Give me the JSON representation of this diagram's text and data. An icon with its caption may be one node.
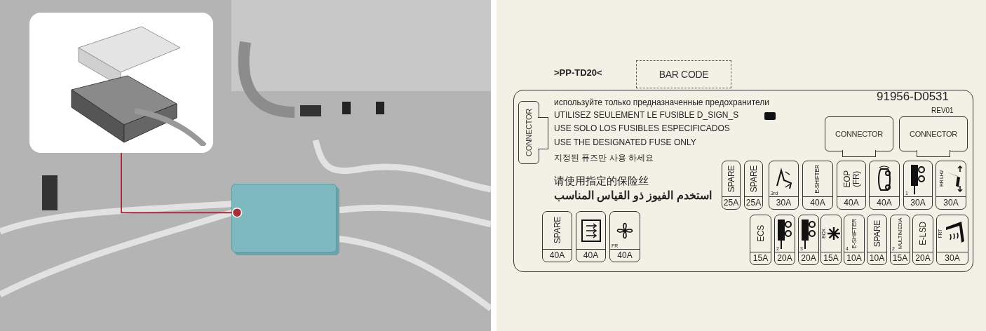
{
  "diagram": {
    "nodes": [
      {
        "text": [],
        "shape": "picture"
      },
      {
        "text": [],
        "shape": "box"
      },
      {
        "text": [],
        "shape": "box"
      },
      {
        "text": [
          "BAR CODE"
        ]
      },
      {
        "text": [
          "CONNECTOR"
        ],
        "in": 2
      },
      {
        "text": [
          "CONNECTOR"
        ],
        "in": 2
      },
      {
        "text": [
          "CONNECTOR"
        ],
        "in": 2
      },
      {
        "text": [
          "SPARE",
          "25A"
        ],
        "in": 2
      },
      {
        "text": [
          "SPARE",
          "25A"
        ],
        "in": 2
      },
      {
        "text": [
          "3rd",
          "30A"
        ],
        "in": 2
      },
      {
        "text": [
          "E-SHIFTER",
          "40A"
        ],
        "in": 2
      },
      {
        "text": [
          "EOP",
          "(FR)",
          "40A"
        ],
        "in": 2
      },
      {
        "text": [
          "40A"
        ],
        "in": 2
      },
      {
        "text": [
          "1",
          "30A"
        ],
        "in": 2
      },
      {
        "text": [
          "RR LH2",
          "30A"
        ],
        "in": 2
      },
      {
        "text": [
          "SPARE",
          "40A"
        ],
        "in": 2
      },
      {
        "text": [
          "40A"
        ],
        "in": 2
      },
      {
        "text": [
          "FR",
          "40A"
        ],
        "in": 2
      },
      {
        "text": [
          "ECS",
          "15A"
        ],
        "in": 2
      },
      {
        "text": [
          "2",
          "20A"
        ],
        "in": 2
      },
      {
        "text": [
          "3",
          "20A"
        ],
        "in": 2
      },
      {
        "text": [
          "BOX",
          "15A"
        ],
        "in": 2
      },
      {
        "text": [
          "E-SHIFTER",
          "4",
          "10A"
        ],
        "in": 2
      },
      {
        "text": [
          "SPARE",
          "10A"
        ],
        "in": 2
      },
      {
        "text": [
          "MULTIMEDIA",
          "2",
          "15A"
        ],
        "in": 2
      },
      {
        "text": [
          "E-LSD",
          "20A"
        ],
        "in": 2
      },
      {
        "text": [
          "FRT",
          "30A"
        ],
        "in": 2
      }
    ],
    "edges": [
      {
        "from": 0,
        "to": 1,
        "arrow": "other"
      }
    ],
    "labels": [
      ">PP-TD20<",
      "91956-D0531",
      "REV01",
      "используйте только предназначенные предохранители",
      "UTILISEZ SEULEMENT LE FUSIBLE D_SIGN_S",
      "USE SOLO LOS FUSIBLES ESPECIFICADOS",
      "USE THE DESIGNATED FUSE ONLY",
      "지정된 퓨즈만 사용 하세요",
      "请使用指定的保险丝",
      "استخدم الفيوز ذو القياس المناسب"
    ]
  }
}
